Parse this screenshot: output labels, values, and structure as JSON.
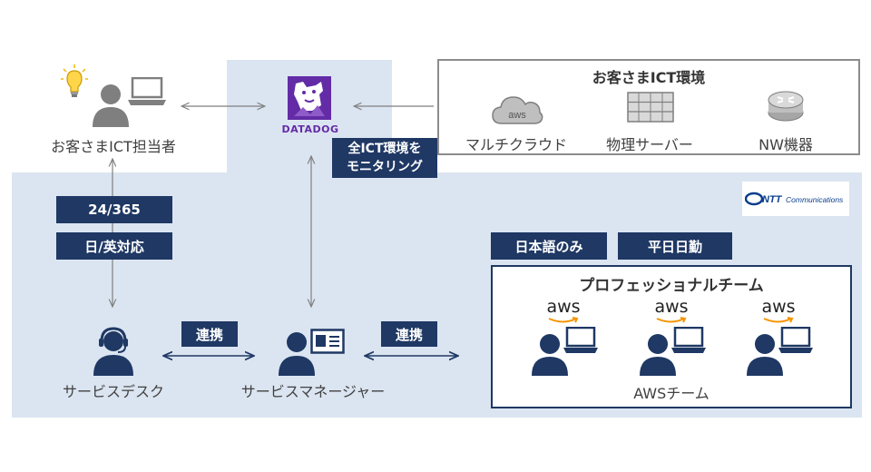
{
  "customer": {
    "label": "お客さまICT担当者"
  },
  "datadog": {
    "logo_text": "DATADOG",
    "monitor_caption_1": "全ICT環境を",
    "monitor_caption_2": "モニタリング"
  },
  "env": {
    "title": "お客さまICT環境",
    "items": [
      {
        "label": "マルチクラウド",
        "icon": "cloud-aws-icon"
      },
      {
        "label": "物理サーバー",
        "icon": "server-icon"
      },
      {
        "label": "NW機器",
        "icon": "router-icon"
      }
    ],
    "aws_text": "aws"
  },
  "support": {
    "hours_badge": "24/365",
    "lang_badge": "日/英対応"
  },
  "roles": {
    "desk": "サービスデスク",
    "manager": "サービスマネージャー"
  },
  "links": {
    "left": "連携",
    "right": "連携"
  },
  "ntt": {
    "logo_text": "NTT",
    "logo_sub": "Communications"
  },
  "team": {
    "badge_lang": "日本語のみ",
    "badge_hours": "平日日勤",
    "title": "プロフェッショナルチーム",
    "aws_labels": [
      "aws",
      "aws",
      "aws"
    ],
    "caption": "AWSチーム"
  },
  "colors": {
    "navy": "#1f3864",
    "light_bg": "#dbe5f1",
    "arrow": "#7f7f7f",
    "purple": "#632ca6"
  }
}
